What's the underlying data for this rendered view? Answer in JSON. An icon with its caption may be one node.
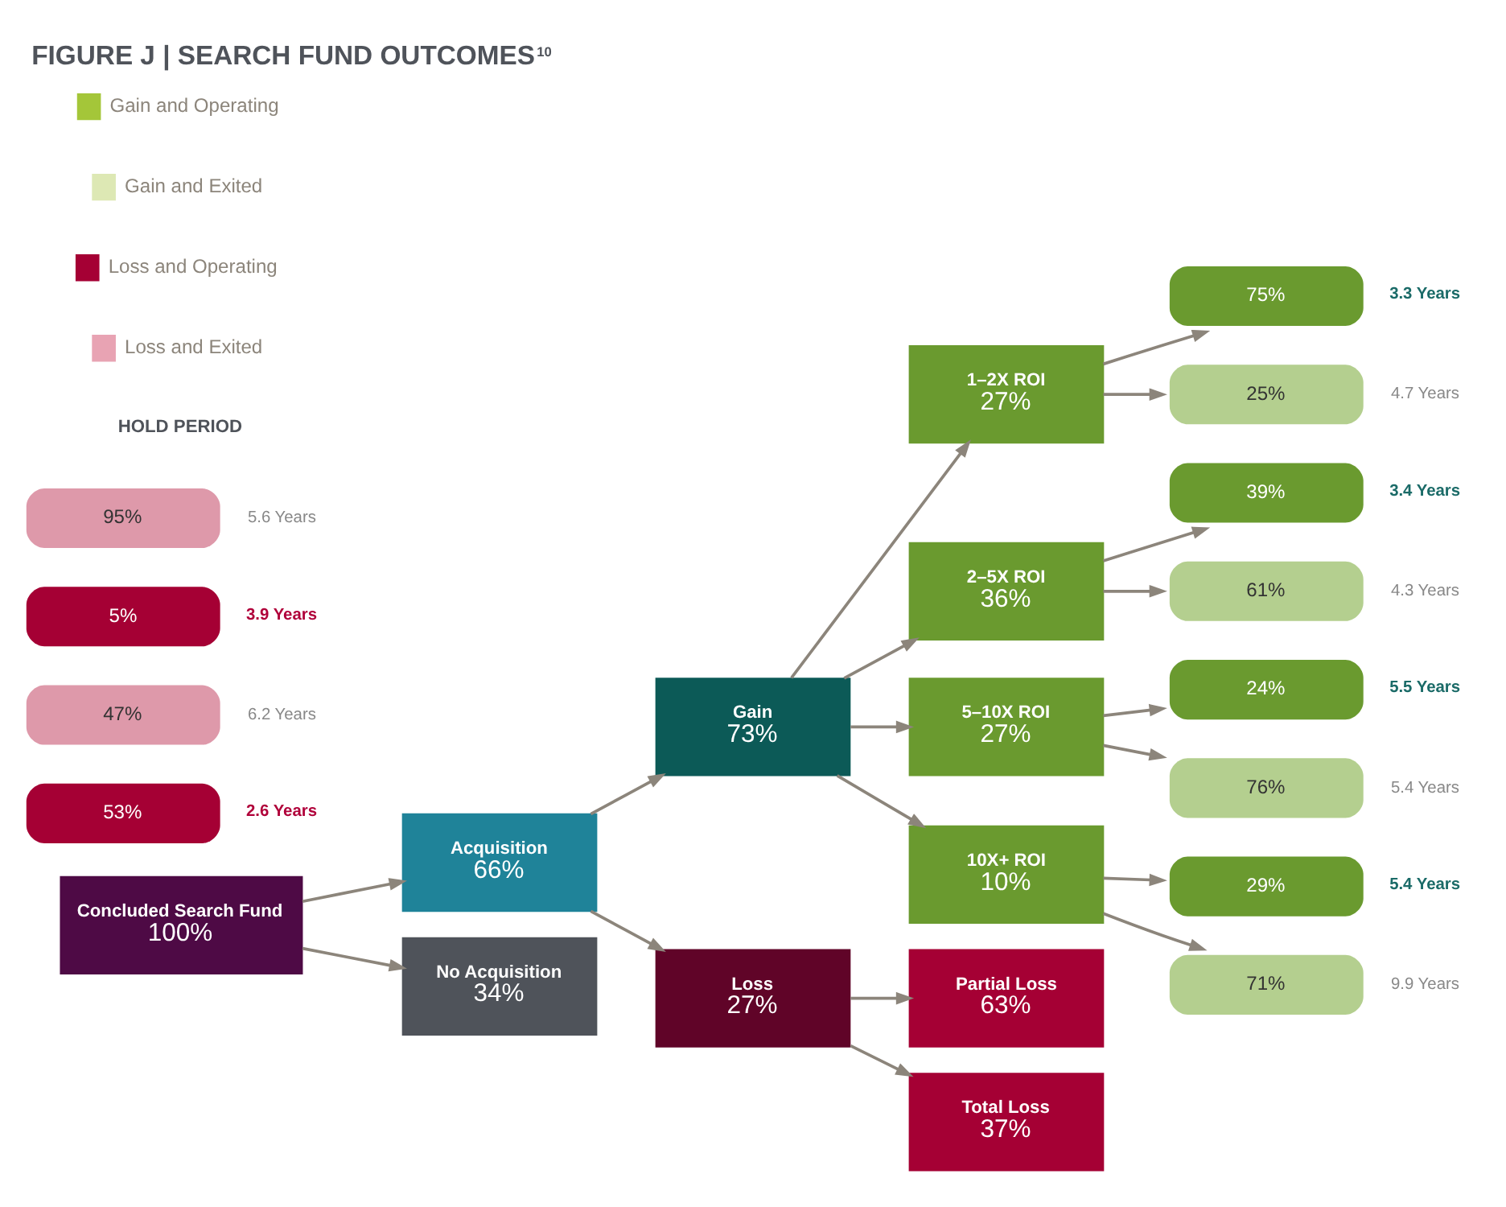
{
  "diagram": {
    "title": "FIGURE J | SEARCH FUND OUTCOMES$^{10}$",
    "nodes": [
      {
        "text": [
          "Concluded Search Fund",
          "100%"
        ]
      },
      {
        "text": [
          "Acquisition",
          "66%"
        ]
      },
      {
        "text": [
          "No Acquisition",
          "34%"
        ]
      },
      {
        "text": [
          "Gain",
          "73%"
        ]
      },
      {
        "text": [
          "Loss",
          "27%"
        ]
      },
      {
        "text": [
          "1–2X ROI",
          "27%"
        ]
      },
      {
        "text": [
          "2–5X ROI",
          "36%"
        ]
      },
      {
        "text": [
          "5–10X ROI",
          "27%"
        ]
      },
      {
        "text": [
          "10X+ ROI",
          "10%"
        ]
      },
      {
        "text": [
          "Partial Loss",
          "63%"
        ]
      },
      {
        "text": [
          "Total Loss",
          "37%"
        ]
      },
      {
        "text": [
          "75%"
        ],
        "beside": [
          "3.3 Years"
        ]
      },
      {
        "text": [
          "25%"
        ],
        "beside": [
          "4.7 Years"
        ]
      },
      {
        "text": [
          "39%"
        ],
        "beside": [
          "3.4 Years"
        ]
      },
      {
        "text": [
          "61%"
        ],
        "beside": [
          "4.3 Years"
        ]
      },
      {
        "text": [
          "24%"
        ],
        "beside": [
          "5.5 Years"
        ]
      },
      {
        "text": [
          "76%"
        ],
        "beside": [
          "5.4 Years"
        ]
      },
      {
        "text": [
          "29%"
        ],
        "beside": [
          "5.4 Years"
        ]
      },
      {
        "text": [
          "71%"
        ],
        "beside": [
          "9.9 Years"
        ]
      },
      {
        "text": [
          "53%"
        ],
        "beside": [
          "2.6 Years"
        ]
      },
      {
        "text": [
          "47%"
        ],
        "beside": [
          "6.2 Years"
        ]
      },
      {
        "text": [
          "5%"
        ],
        "beside": [
          "3.9 Years"
        ]
      },
      {
        "text": [
          "95%"
        ],
        "beside": [
          "5.6 Years"
        ]
      }
    ],
    "edges": [
      {
        "from": 0,
        "to": 1,
        "arrow": "to"
      },
      {
        "from": 0,
        "to": 2,
        "arrow": "to"
      },
      {
        "from": 1,
        "to": 3,
        "arrow": "to"
      },
      {
        "from": 1,
        "to": 4,
        "arrow": "to"
      },
      {
        "from": 3,
        "to": 5,
        "arrow": "to"
      },
      {
        "from": 3,
        "to": 6,
        "arrow": "to"
      },
      {
        "from": 3,
        "to": 7,
        "arrow": "to"
      },
      {
        "from": 3,
        "to": 8,
        "arrow": "to"
      },
      {
        "from": 4,
        "to": 9,
        "arrow": "to"
      },
      {
        "from": 4,
        "to": 10,
        "arrow": "to"
      },
      {
        "from": 5,
        "to": 11,
        "arrow": "to"
      },
      {
        "from": 5,
        "to": 12,
        "arrow": "to"
      },
      {
        "from": 6,
        "to": 13,
        "arrow": "to"
      },
      {
        "from": 6,
        "to": 14,
        "arrow": "to"
      },
      {
        "from": 7,
        "to": 15,
        "arrow": "to"
      },
      {
        "from": 7,
        "to": 16,
        "arrow": "to"
      },
      {
        "from": 8,
        "to": 17,
        "arrow": "to"
      },
      {
        "from": 8,
        "to": 18,
        "arrow": "to"
      }
    ],
    "labels": [
      "HOLD PERIOD"
    ],
    "legend": [
      {
        "text": "Gain and Operating",
        "color": "#a4c639"
      },
      {
        "text": "Gain and Exited",
        "color": "#dde8b4"
      },
      {
        "text": "Loss and Operating",
        "color": "#a50034"
      },
      {
        "text": "Loss and Exited",
        "color": "#e8a3b3"
      }
    ]
  }
}
